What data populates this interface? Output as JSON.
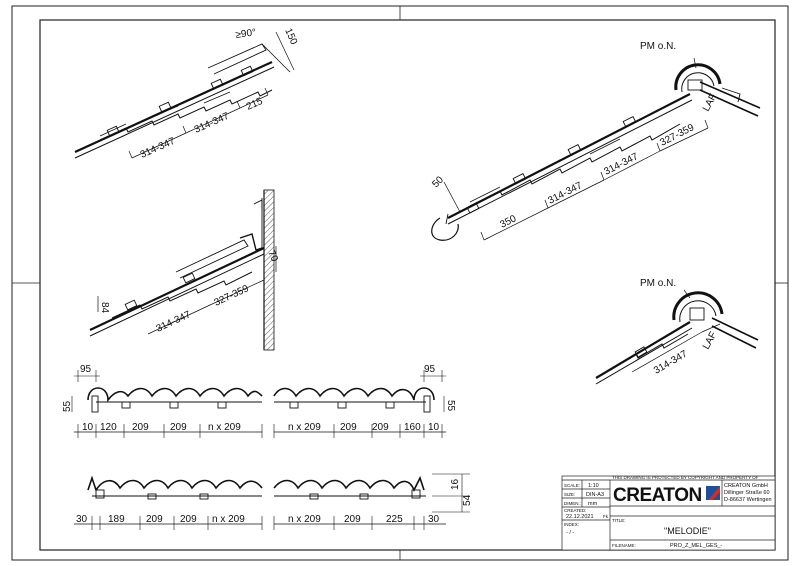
{
  "detail_top_left": {
    "angle": "≥90°",
    "d150": "150",
    "d215": "215",
    "d314a": "314-347",
    "d314b": "314-347"
  },
  "detail_wall": {
    "d84": "84",
    "d70": "70",
    "d314": "314-347",
    "d327": "327-359"
  },
  "detail_ridge": {
    "pm_label": "PM o.N.",
    "d50": "50",
    "d350": "350",
    "d314a": "314-347",
    "d314b": "314-347",
    "d327": "327-359",
    "laf": "LAF"
  },
  "detail_ridge_small": {
    "pm_label": "PM o.N.",
    "d314": "314-347",
    "laf": "LAF"
  },
  "section1_left": {
    "d95": "95",
    "d55": "55",
    "d10": "10",
    "d120": "120",
    "d209a": "209",
    "d209b": "209",
    "dn": "n x 209"
  },
  "section1_right": {
    "d95": "95",
    "d55": "55",
    "dn": "n x 209",
    "d209a": "209",
    "d209b": "209",
    "d160": "160",
    "d10": "10"
  },
  "section2_left": {
    "d30": "30",
    "d189": "189",
    "d209a": "209",
    "d209b": "209",
    "dn": "n x 209"
  },
  "section2_right": {
    "dn": "n x 209",
    "d209": "209",
    "d225": "225",
    "d30": "30",
    "d16": "16",
    "d54": "54"
  },
  "title_block": {
    "copyright": "THIS DRAWING IS PROTECTED BY COPYRIGHT AND PROPERTY OF",
    "scale_label": "SCALE:",
    "scale": "1:10",
    "size_label": "SIZE:",
    "size": "DIN-A3",
    "dimen_label": "DIMEN.:",
    "dimen": "mm",
    "created_label": "CREATED:",
    "created": "22.12.2021",
    "created_by": "Fk",
    "index_label": "INDEX:",
    "index": "- / -",
    "logo": "CREATON",
    "company": "CREATON GmbH",
    "street": "Dillinger Straße 60",
    "city": "D-86637 Wertingen",
    "title_label": "TITLE:",
    "title": "\"MELODIE\"",
    "filename_label": "FILENAME:",
    "filename": "PRO_Z_MEL_GES_-"
  },
  "colors": {
    "ink": "#111111",
    "logo_blue": "#1f4e9c",
    "logo_red": "#d52b1e"
  }
}
